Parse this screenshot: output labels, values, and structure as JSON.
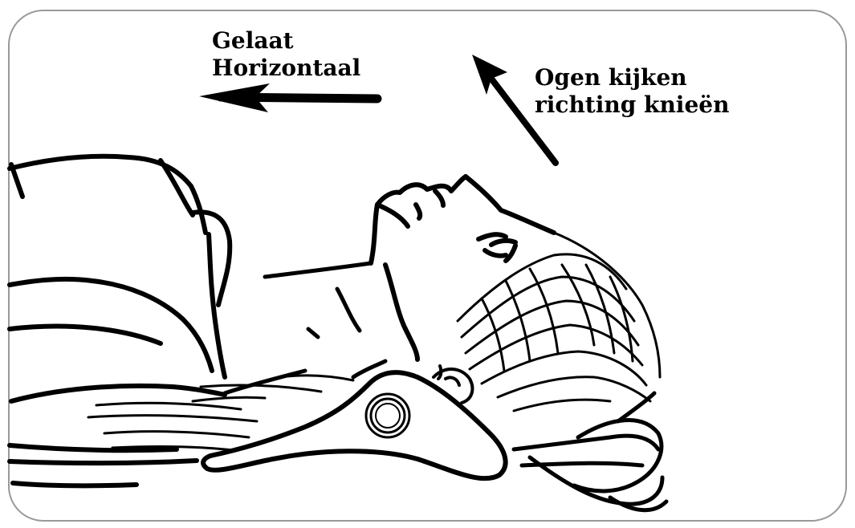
{
  "labels": {
    "face_line1": "Gelaat",
    "face_line2": "Horizontaal",
    "eyes_line1": "Ogen kijken",
    "eyes_line2": "richting knieën"
  },
  "colors": {
    "ink": "#000000",
    "frame": "#999999",
    "background": "#ffffff"
  }
}
